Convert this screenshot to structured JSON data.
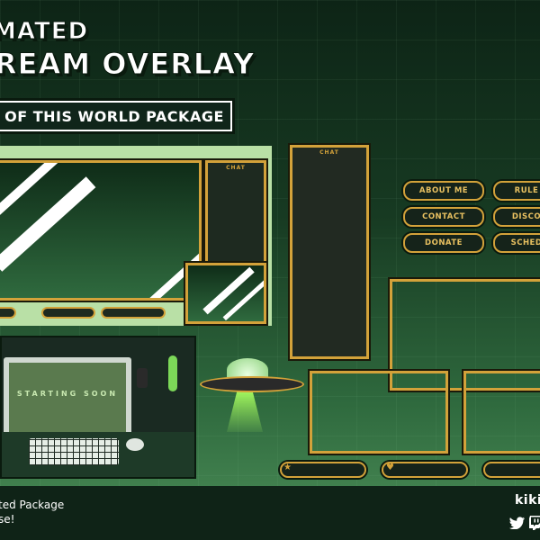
{
  "title": {
    "line1": "MATED",
    "line2": "REAM OVERLAY",
    "package": "OF THIS WORLD PACKAGE"
  },
  "overlay": {
    "chat_label": "CHAT"
  },
  "chat_tall": {
    "label": "CHAT"
  },
  "buttons": {
    "about_me": "ABOUT ME",
    "rules": "RULE",
    "contact": "CONTACT",
    "discord": "DISCO",
    "donate": "DONATE",
    "schedule": "SCHED"
  },
  "scene": {
    "monitor_text": "STARTING SOON"
  },
  "footer": {
    "line1": "ted Package",
    "line2": "se!",
    "author": "kikie"
  },
  "colors": {
    "accent_gold": "#d3a23a",
    "dark_green": "#0f2317",
    "light_green": "#b9e0a6"
  },
  "icons": [
    "twitter-icon",
    "twitch-icon",
    "star-icon",
    "heart-icon",
    "ufo-icon"
  ]
}
